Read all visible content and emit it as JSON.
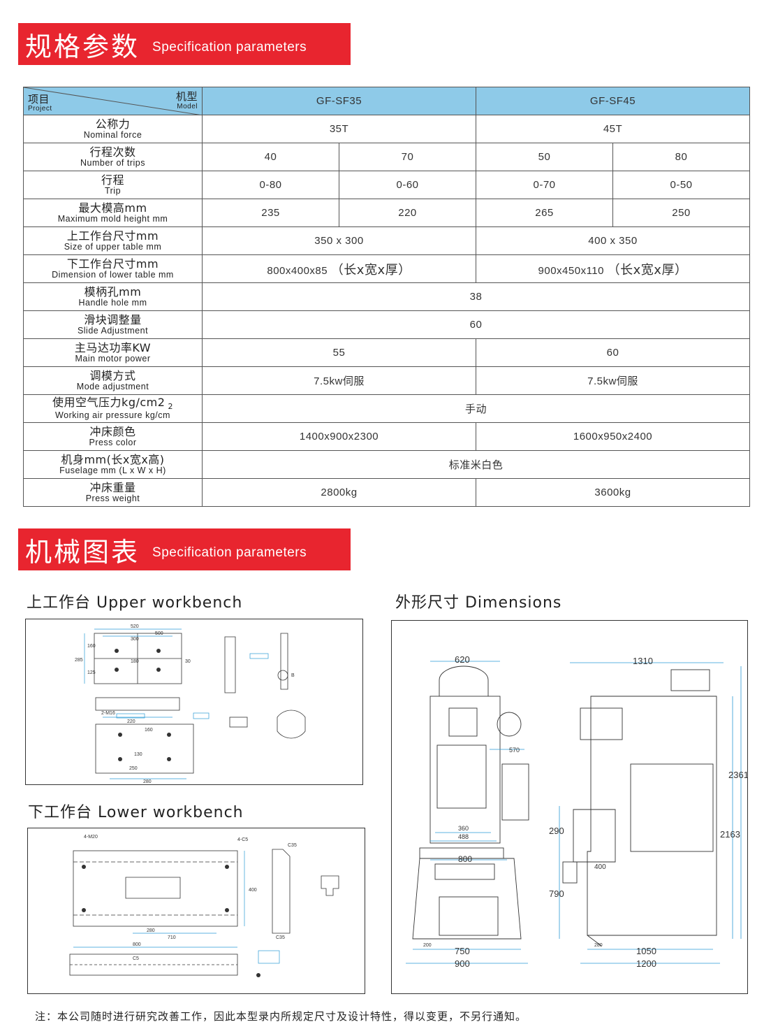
{
  "banner1": {
    "cn": "规格参数",
    "en": "Specification parameters"
  },
  "banner2": {
    "cn": "机械图表",
    "en": "Specification parameters"
  },
  "table": {
    "header": {
      "project_cn": "项目",
      "project_en": "Project",
      "model_cn": "机型",
      "model_en": "Model",
      "col1": "GF-SF35",
      "col2": "GF-SF45"
    },
    "rows": [
      {
        "cn": "公称力",
        "en": "Nominal force",
        "v": [
          "35T",
          "45T"
        ]
      },
      {
        "cn": "行程次数",
        "en": "Number of trips",
        "v": [
          "40",
          "70",
          "50",
          "80"
        ]
      },
      {
        "cn": "行程",
        "en": "Trip",
        "v": [
          "0-80",
          "0-60",
          "0-70",
          "0-50"
        ]
      },
      {
        "cn": "最大模高mm",
        "en": "Maximum mold height mm",
        "v": [
          "235",
          "220",
          "265",
          "250"
        ]
      },
      {
        "cn": "上工作台尺寸mm",
        "en": "Size of upper table mm",
        "v": [
          "350 x 300",
          "400 x 350"
        ]
      },
      {
        "cn": "下工作台尺寸mm",
        "en": "Dimension of lower table mm",
        "v": [
          "800x400x85",
          "（长x宽x厚）",
          "900x450x110",
          "（长x宽x厚）"
        ]
      },
      {
        "cn": "模柄孔mm",
        "en": "Handle hole mm",
        "v": [
          "38"
        ]
      },
      {
        "cn": "滑块调整量",
        "en": "Slide Adjustment",
        "v": [
          "60"
        ]
      },
      {
        "cn": "主马达功率KW",
        "en": "Main motor power",
        "v": [
          "55",
          "60"
        ]
      },
      {
        "cn": "调模方式",
        "en": "Mode adjustment",
        "v": [
          "7.5kw伺服",
          "7.5kw伺服"
        ]
      },
      {
        "cn": "使用空气压力kg/cm2",
        "sup": "2",
        "en": "Working  air  pressure  kg/cm",
        "v": [
          "手动"
        ]
      },
      {
        "cn": "冲床颜色",
        "en": "Press color",
        "v": [
          "1400x900x2300",
          "1600x950x2400"
        ]
      },
      {
        "cn": "机身mm(长x宽x高)",
        "en": "Fuselage mm (L x W x H)",
        "v": [
          "标准米白色"
        ]
      },
      {
        "cn": "冲床重量",
        "en": "Press weight",
        "v": [
          "2800kg",
          "3600kg"
        ]
      }
    ]
  },
  "upper": {
    "title": "上工作台 Upper workbench",
    "dims": [
      "520",
      "500",
      "300",
      "285",
      "160",
      "125",
      "180",
      "30",
      "220",
      "160",
      "130",
      "250",
      "280",
      "2-M16",
      "B"
    ]
  },
  "lower": {
    "title": "下工作台 Lower workbench",
    "dims": [
      "4-M20",
      "C35",
      "4-C5",
      "400",
      "280",
      "710",
      "800",
      "C5",
      "C35"
    ]
  },
  "dims": {
    "title": "外形尺寸 Dimensions",
    "labels": [
      "620",
      "1310",
      "570",
      "360",
      "488",
      "800",
      "290",
      "790",
      "750",
      "900",
      "400",
      "2361",
      "2163",
      "1050",
      "1200",
      "200",
      "280"
    ]
  },
  "note": "注：本公司随时进行研究改善工作，因此本型录内所规定尺寸及设计特性，得以变更，不另行通知。",
  "colors": {
    "banner": "#e8252f",
    "header": "#8ecae8",
    "dim": "#2a9ad6"
  }
}
